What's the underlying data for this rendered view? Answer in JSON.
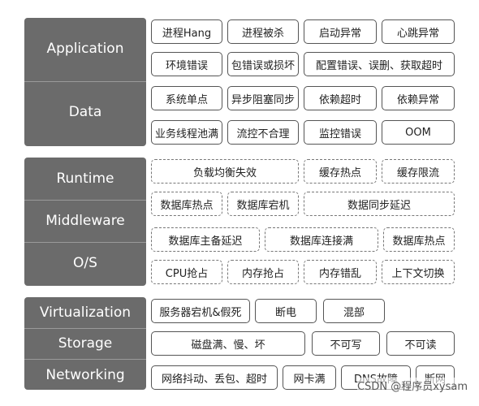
{
  "groups": [
    {
      "layers": [
        "Application",
        "Data"
      ],
      "rows": [
        [
          "进程Hang",
          "进程被杀",
          "启动异常",
          "心跳异常"
        ],
        [
          "环境错误",
          "包错误或损坏",
          "配置错误、误删、获取超时"
        ],
        [
          "系统单点",
          "异步阻塞同步",
          "依赖超时",
          "依赖异常"
        ],
        [
          "业务线程池满",
          "流控不合理",
          "监控错误",
          "OOM"
        ]
      ]
    },
    {
      "layers": [
        "Runtime",
        "Middleware",
        "O/S"
      ],
      "rows": [
        [
          "负载均衡失效",
          "缓存热点",
          "缓存限流"
        ],
        [
          "数据库热点",
          "数据库宕机",
          "数据同步延迟"
        ],
        [
          "数据库主备延迟",
          "数据库连接满",
          "数据库热点"
        ],
        [
          "CPU抢占",
          "内存抢占",
          "内存错乱",
          "上下文切换"
        ]
      ]
    },
    {
      "layers": [
        "Virtualization",
        "Storage",
        "Networking"
      ],
      "rows": [
        [
          "服务器宕机&假死",
          "断电",
          "混部"
        ],
        [
          "磁盘满、慢、坏",
          "不可写",
          "不可读"
        ],
        [
          "网络抖动、丢包、超时",
          "网卡满",
          "DNS故障",
          "断网"
        ]
      ]
    }
  ],
  "watermark": "CSDN @程序员xysam"
}
